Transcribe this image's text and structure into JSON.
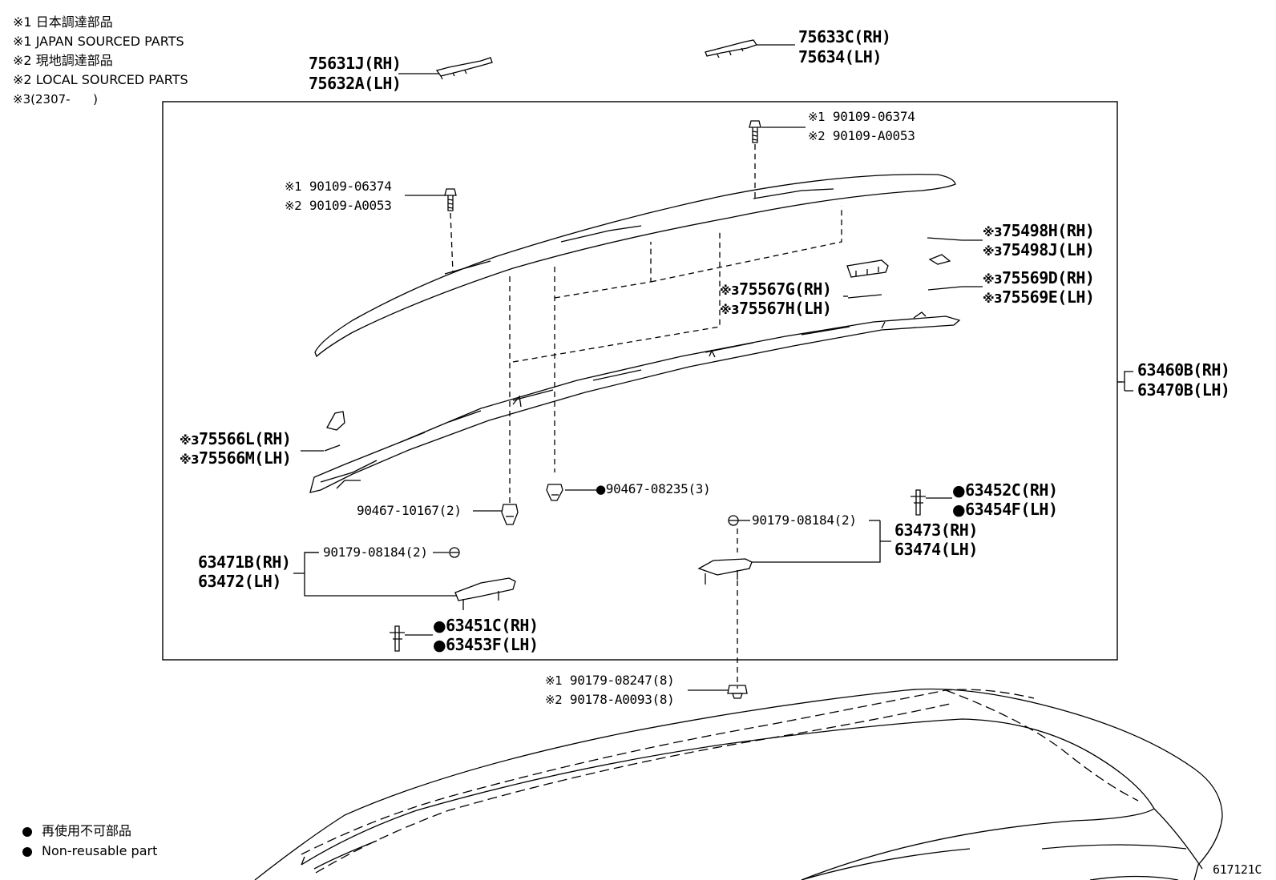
{
  "notes": {
    "n1_jp": {
      "mark": "※1",
      "text": "日本調達部品"
    },
    "n1_en": {
      "mark": "※1",
      "text": "JAPAN SOURCED PARTS"
    },
    "n2_jp": {
      "mark": "※2",
      "text": "現地調達部品"
    },
    "n2_en": {
      "mark": "※2",
      "text": "LOCAL SOURCED PARTS"
    },
    "n3": {
      "mark": "※3",
      "text": "(2307-      )"
    }
  },
  "legend": {
    "bullet": "●",
    "jp": "再使用不可部品",
    "en": "Non-reusable part"
  },
  "figure_id": "617121C",
  "parts": {
    "p75631": {
      "rh": "75631J(RH)",
      "lh": "75632A(LH)"
    },
    "p75633": {
      "rh": "75633C(RH)",
      "lh": "75634(LH)"
    },
    "bolt_top_right": {
      "m1": "※1",
      "a": "90109-06374",
      "m2": "※2",
      "b": "90109-A0053"
    },
    "bolt_top_left": {
      "m1": "※1",
      "a": "90109-06374",
      "m2": "※2",
      "b": "90109-A0053"
    },
    "p75498": {
      "m": "※3",
      "rh": "75498H(RH)",
      "lh": "75498J(LH)"
    },
    "p75569": {
      "m": "※3",
      "rh": "75569D(RH)",
      "lh": "75569E(LH)"
    },
    "p75567": {
      "m": "※3",
      "rh": "75567G(RH)",
      "lh": "75567H(LH)"
    },
    "p63460": {
      "rh": "63460B(RH)",
      "lh": "63470B(LH)"
    },
    "p75566": {
      "m": "※3",
      "rh": "75566L(RH)",
      "lh": "75566M(LH)"
    },
    "clip_90467_08235": {
      "bullet": "●",
      "text": "90467-08235(3)"
    },
    "clip_90467_10167": {
      "text": "90467-10167(2)"
    },
    "p63452": {
      "bullet": "●",
      "rh": "63452C(RH)",
      "lh": "63454F(LH)"
    },
    "nut_right": {
      "text": "90179-08184(2)"
    },
    "p63473": {
      "rh": "63473(RH)",
      "lh": "63474(LH)"
    },
    "nut_left": {
      "text": "90179-08184(2)"
    },
    "p63471": {
      "rh": "63471B(RH)",
      "lh": "63472(LH)"
    },
    "p63451": {
      "bullet": "●",
      "rh": "63451C(RH)",
      "lh": "63453F(LH)"
    },
    "nut_bottom": {
      "m1": "※1",
      "a": "90179-08247(8)",
      "m2": "※2",
      "b": "90178-A0093(8)"
    }
  }
}
